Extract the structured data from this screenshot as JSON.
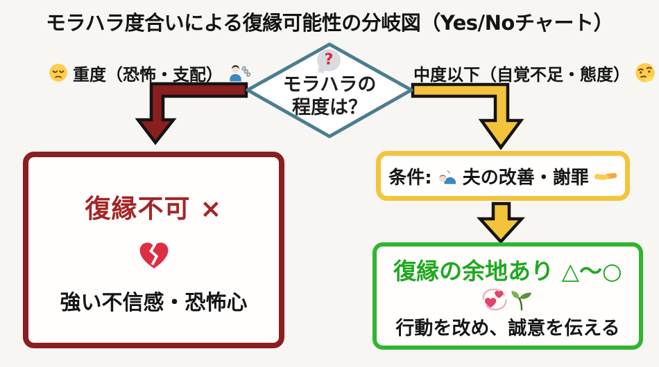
{
  "title": "モラハラ度合いによる復縁可能性の分岐図（Yes/Noチャート）",
  "decision": {
    "question_line1": "モラハラの",
    "question_line2": "程度は？",
    "question_mark": "?"
  },
  "left_branch": {
    "label": "重度（恐怖・支配）",
    "result_title": "復縁不可 ×",
    "result_subtitle": "強い不信感・恐怖心"
  },
  "right_branch": {
    "label": "中度以下（自覚不足・態度）",
    "condition_prefix": "条件:",
    "condition_text": "夫の改善・謝罪",
    "result_title": "復縁の余地あり △〜○",
    "result_subtitle": "行動を改め、誠意を伝える"
  },
  "icons": {
    "question_bubble": "❓",
    "pensive_face": "😔",
    "man_in_chains": "🧑⛓️",
    "thinking_face": "🤔",
    "bowing_man": "🙇‍♂️",
    "handshake": "🤝",
    "broken_heart": "💔",
    "revolving_hearts": "💞",
    "seedling": "🌱"
  },
  "colors": {
    "background": "#f7f6f2",
    "diamond_border": "#4c7d90",
    "severe_branch": "#8b1e1e",
    "severe_title_text": "#a32626",
    "moderate_branch": "#f4c43c",
    "possible_branch": "#2fb52f",
    "possible_title_text": "#1ea81e",
    "question_mark": "#d8273d",
    "outline": "#141414"
  }
}
